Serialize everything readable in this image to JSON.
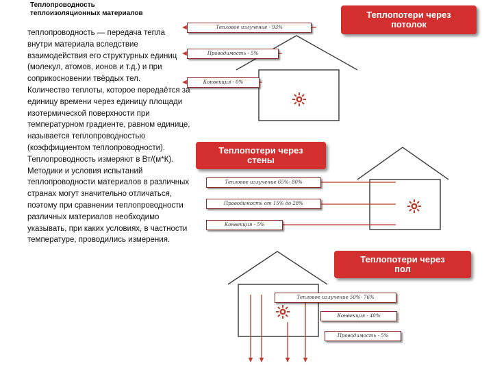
{
  "header": {
    "title_line1": "Теплопроводность",
    "title_line2": "теплоизоляционных материалов"
  },
  "body": {
    "term": "теплопроводность",
    "definition": " — передача тепла внутри материала вследствие взаимодействия его структурных единиц (молекул, атомов, ионов и т.д.) и при соприкосновении твёрдых тел.",
    "paragraph2": "Количество теплоты, которое передаётся за единицу времени через единицу площади изотермической поверхности при температурном градиенте, равном единице, называется теплопроводностью (коэффициентом теплопроводности). Теплопроводность измеряют в Вт/(м*К). Методики и условия испытаний теплопроводности материалов в различных странах могут значительно отличаться, поэтому при сравнении теплопроводности различных материалов необходимо указывать, при каких условиях, в частности температуре, проводились измерения."
  },
  "ceiling": {
    "banner_line1": "Теплопотери через",
    "banner_line2": "потолок",
    "labels": [
      "Тепловое излучение - 93%",
      "Проводимость - 5%",
      "Конвекция - 0%"
    ]
  },
  "walls": {
    "banner_line1": "Теплопотери через",
    "banner_line2": "стены",
    "labels": [
      "Тепловое излучение 65%- 80%",
      "Проводимость от 15% до 28%",
      "Конвекция - 5%"
    ]
  },
  "floor": {
    "banner_line1": "Теплопотери через",
    "banner_line2": "пол",
    "labels": [
      "Тепловое излучение 50%- 76%",
      "Конвекция - 40%",
      "Проводимость - 5%"
    ]
  },
  "colors": {
    "accent": "#d32f2f",
    "arrow": "#c0392b",
    "line": "#444444"
  },
  "icons": {
    "heat_source": "sun-heat-icon",
    "arrow": "arrow-icon"
  }
}
